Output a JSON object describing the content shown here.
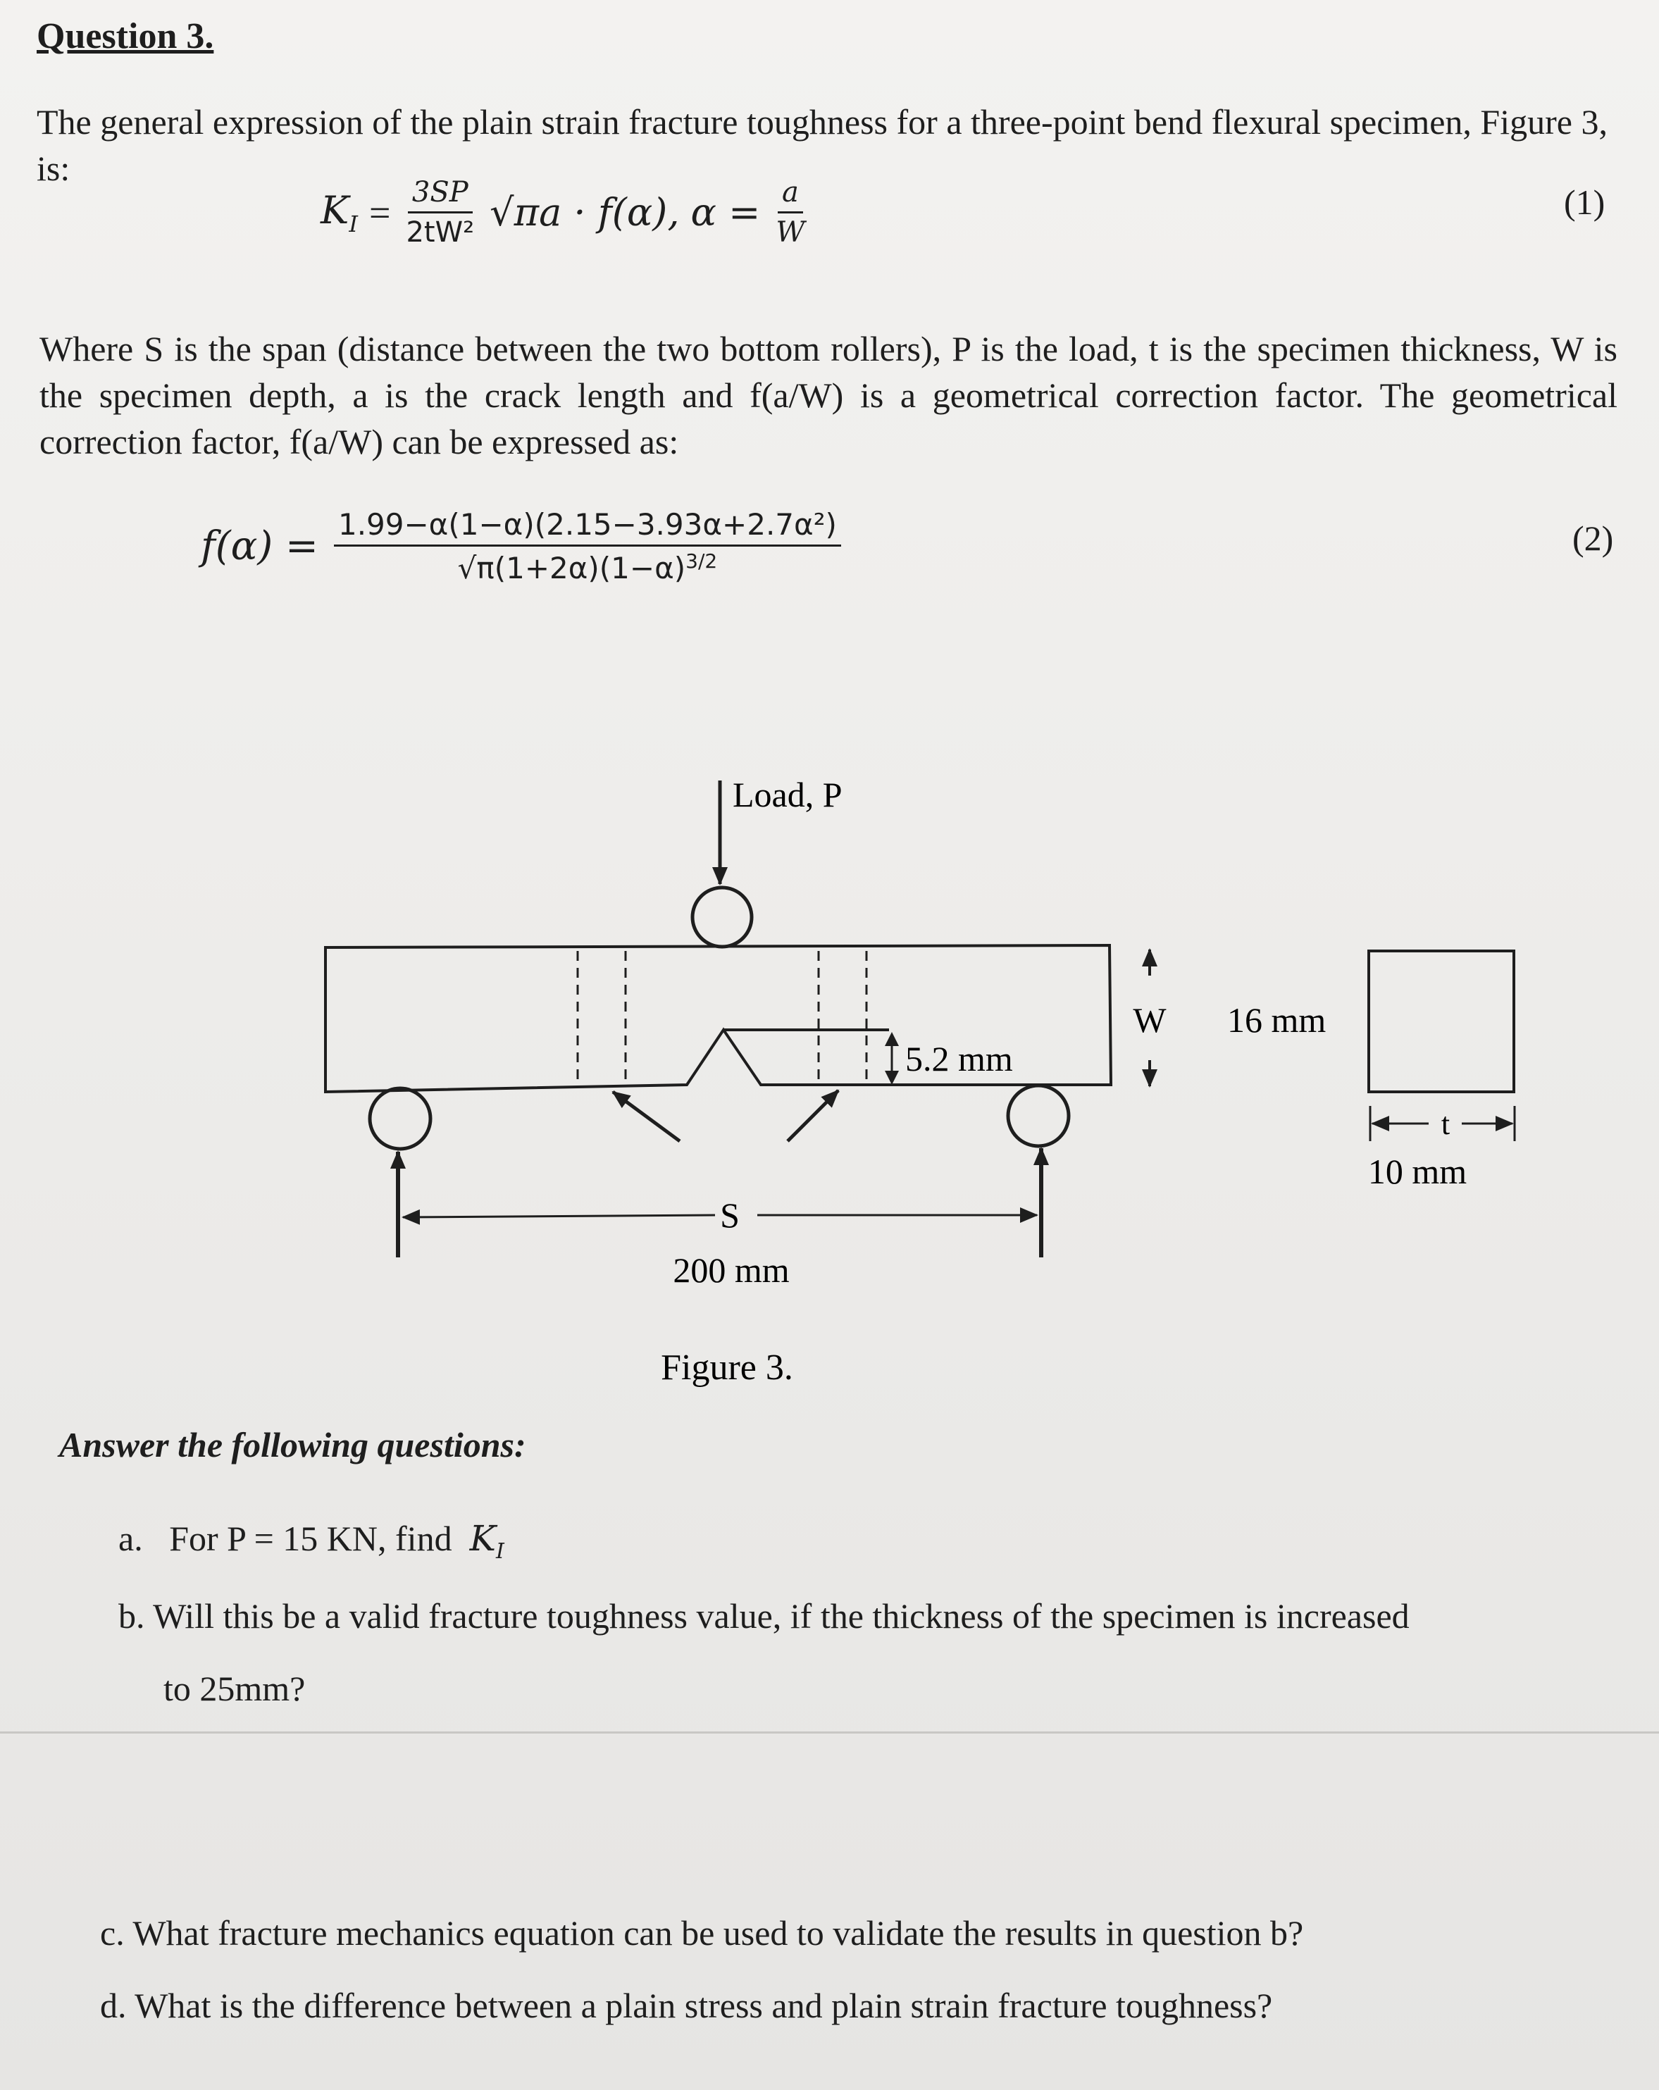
{
  "heading": "Question 3.",
  "intro": {
    "text": "The general expression of the plain strain fracture toughness for a three-point bend flexural specimen, Figure 3, is:"
  },
  "equation1": {
    "lhs": "K",
    "lhs_sub": "I",
    "equals": "=",
    "numerator": "3SP",
    "denominator": "2tW²",
    "root": "√πa · f(α),",
    "alpha": "α =",
    "alpha_num": "a",
    "alpha_den": "W",
    "number": "(1)"
  },
  "definitions": {
    "text": "Where S is the span (distance between the two bottom rollers), P is the load, t is the specimen thickness, W is the specimen depth, a is the crack length and f(a/W) is a geometrical correction factor. The geometrical correction factor, f(a/W) can be expressed as:"
  },
  "equation2": {
    "lhs": "f(α) =",
    "numerator": "1.99−α(1−α)(2.15−3.93α+2.7α²)",
    "denominator": "√π(1+2α)(1−α)",
    "exponent": "3/2",
    "number": "(2)"
  },
  "figure": {
    "load_label": "Load, P",
    "crack_label": "5.2 mm",
    "depth_symbol": "W",
    "depth_value": "16 mm",
    "span_symbol": "S",
    "span_value": "200 mm",
    "thickness_symbol": "t",
    "thickness_value": "10 mm",
    "caption": "Figure 3."
  },
  "answer_title": "Answer the following questions:",
  "questions": [
    {
      "label": "a.",
      "text": "For P = 15 KN, find",
      "symbol": "K",
      "symbol_sub": "I"
    },
    {
      "label": "b.",
      "text": "Will this be a valid fracture toughness value, if the thickness of the specimen is increased",
      "continuation": "to 25mm?"
    },
    {
      "label": "c.",
      "text": "What fracture mechanics equation can be used to validate the results in question b?"
    },
    {
      "label": "d.",
      "text": "What is the difference between a plain stress and plain strain fracture toughness?"
    }
  ]
}
